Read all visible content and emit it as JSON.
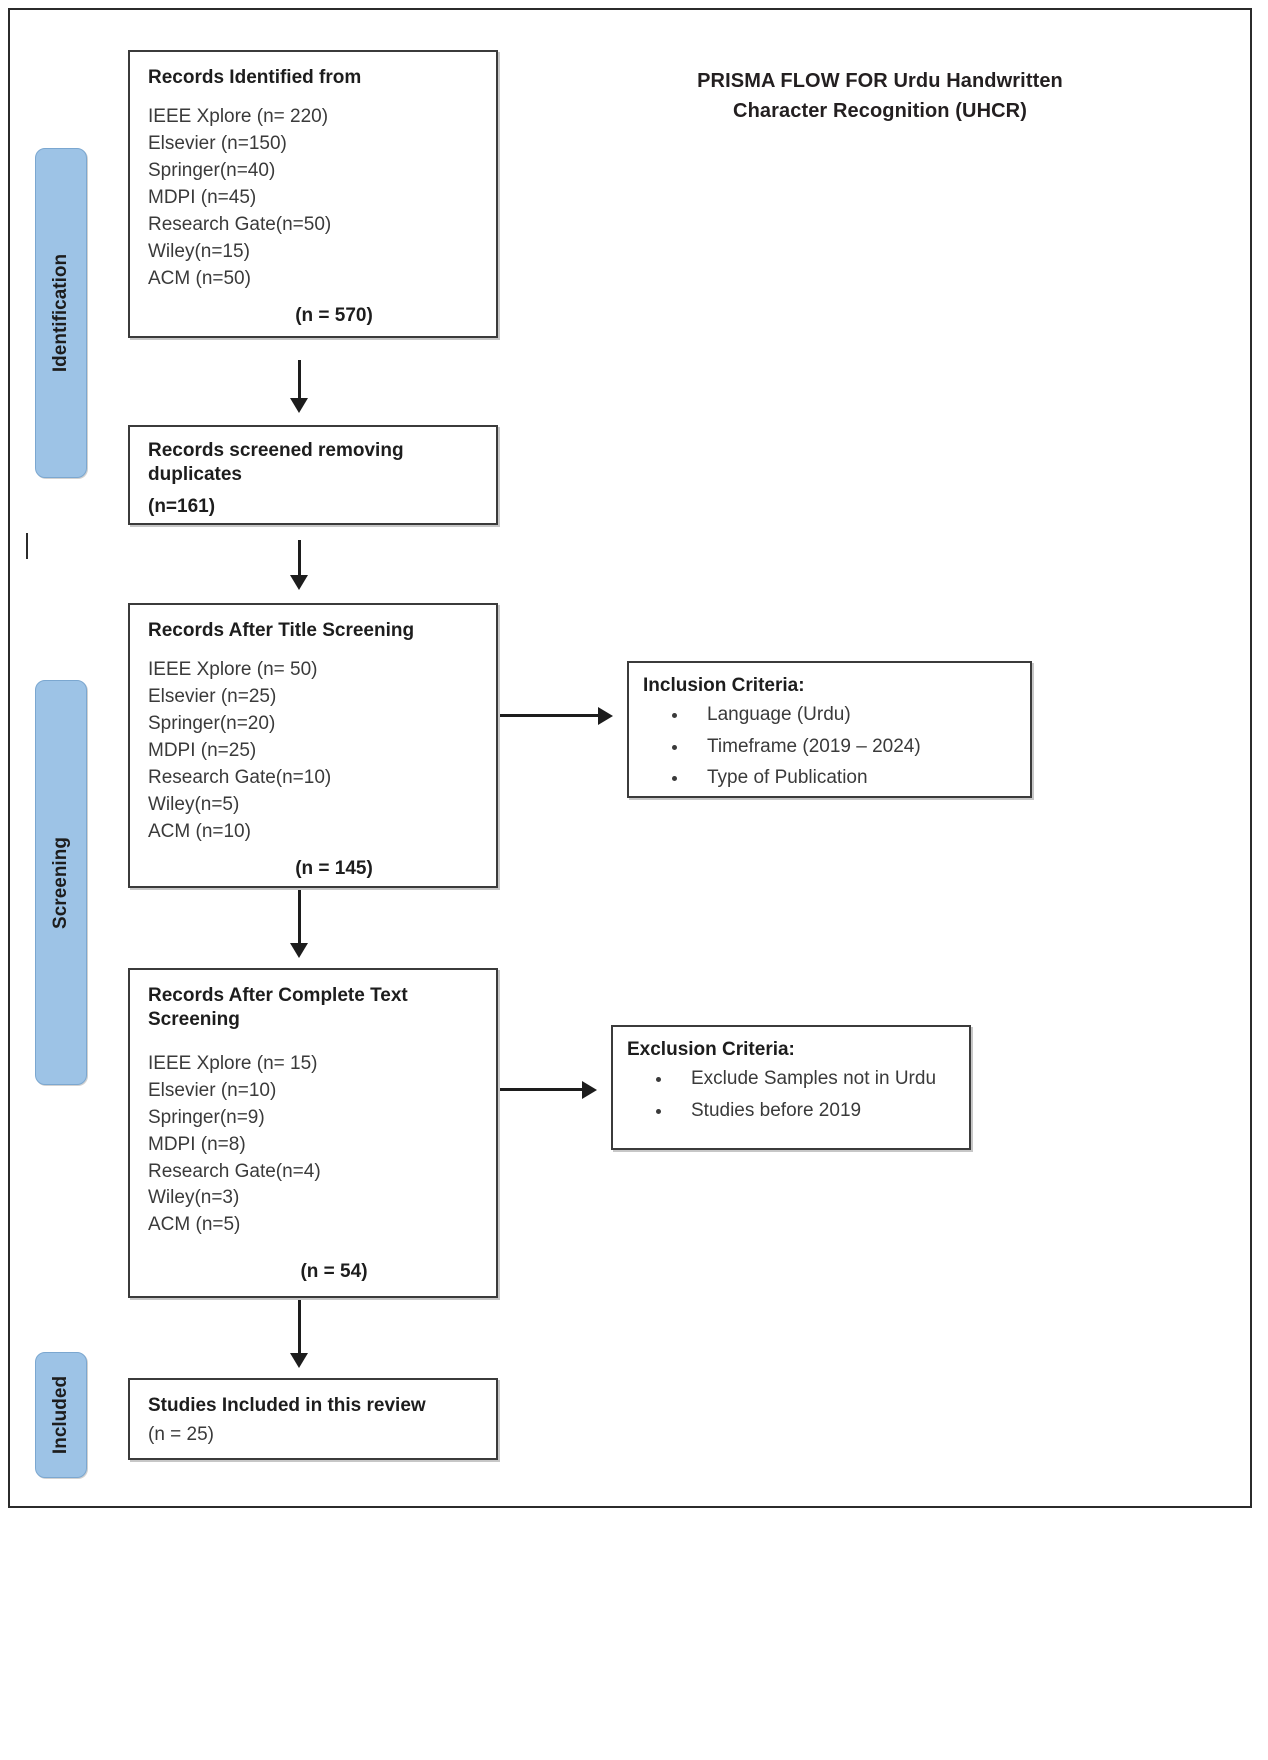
{
  "title": {
    "line1": "PRISMA FLOW FOR Urdu Handwritten",
    "line2": "Character Recognition (UHCR)"
  },
  "phases": [
    {
      "label": "Identification"
    },
    {
      "label": "Screening"
    },
    {
      "label": "Included"
    }
  ],
  "boxes": {
    "identification": {
      "heading": "Records Identified from",
      "sources": [
        "IEEE Xplore (n= 220)",
        "Elsevier (n=150)",
        "Springer(n=40)",
        "MDPI (n=45)",
        "Research Gate(n=50)",
        "Wiley(n=15)",
        "ACM (n=50)"
      ],
      "total": "(n = 570)"
    },
    "duplicates": {
      "heading": "Records screened removing duplicates",
      "total": "(n=161)"
    },
    "title_screening": {
      "heading": "Records After Title Screening",
      "sources": [
        "IEEE Xplore (n= 50)",
        "Elsevier (n=25)",
        "Springer(n=20)",
        "MDPI (n=25)",
        "Research Gate(n=10)",
        "Wiley(n=5)",
        "ACM (n=10)"
      ],
      "total": "(n = 145)"
    },
    "fulltext_screening": {
      "heading": "Records After Complete Text Screening",
      "sources": [
        "IEEE Xplore (n= 15)",
        "Elsevier (n=10)",
        "Springer(n=9)",
        "MDPI (n=8)",
        "Research Gate(n=4)",
        "Wiley(n=3)",
        "ACM (n=5)"
      ],
      "total": "(n = 54)"
    },
    "included": {
      "heading": "Studies Included in this review",
      "total": "(n = 25)"
    },
    "inclusion": {
      "heading": "Inclusion Criteria:",
      "items": [
        "Language (Urdu)",
        "Timeframe (2019 – 2024)",
        "Type of Publication"
      ]
    },
    "exclusion": {
      "heading": "Exclusion Criteria:",
      "items": [
        "Exclude Samples not in Urdu",
        "Studies before 2019"
      ]
    }
  },
  "colors": {
    "phase_tab_fill": "#9dc3e6",
    "box_border": "#3b3b3b",
    "text": "#231f20",
    "connector": "#1d1d1d"
  }
}
